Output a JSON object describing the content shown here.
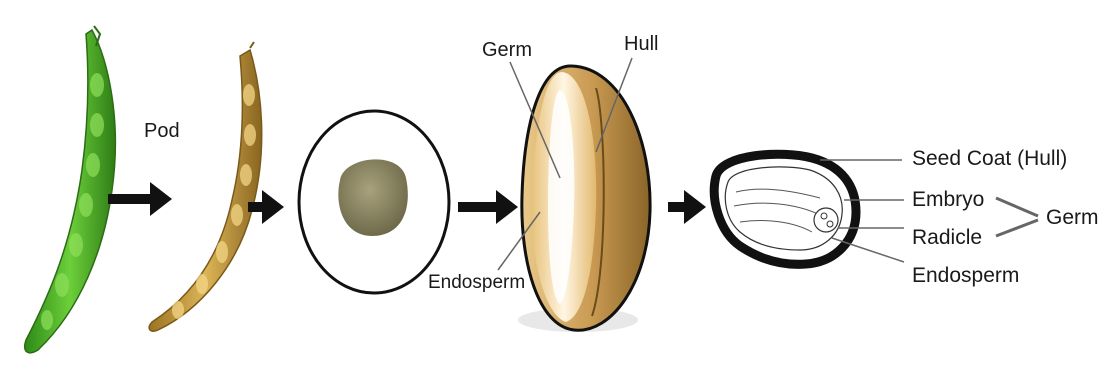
{
  "labels": {
    "pod": "Pod",
    "germ_top": "Germ",
    "hull_top": "Hull",
    "endosperm_left": "Endosperm",
    "seed_coat": "Seed Coat (Hull)",
    "embryo": "Embryo",
    "radicle": "Radicle",
    "germ_right": "Germ",
    "endosperm_right": "Endosperm"
  },
  "colors": {
    "green_pod": "#4caf2a",
    "dry_pod": "#c9a040",
    "seed": "#8f8a66",
    "grain_outer": "#b88a44",
    "grain_inner": "#f2dca7",
    "arrow": "#111111"
  }
}
